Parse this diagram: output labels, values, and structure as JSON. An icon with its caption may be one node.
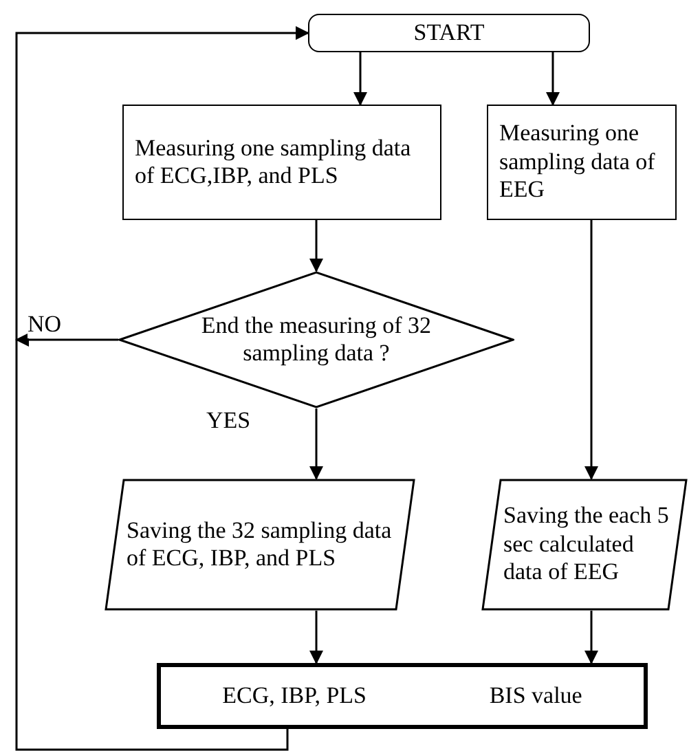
{
  "diagram": {
    "nodes": [
      {
        "text": [
          "START"
        ]
      },
      {
        "text": [
          "Measuring one sampling data of ECG,IBP, and PLS"
        ]
      },
      {
        "text": [
          "Measuring one sampling data of EEG"
        ]
      },
      {
        "text": [
          "End the measuring of 32 sampling data ?"
        ]
      },
      {
        "text": [
          "Saving the 32 sampling data of ECG, IBP, and PLS"
        ]
      },
      {
        "text": [
          "Saving the each 5 sec calculated data of EEG"
        ]
      },
      {
        "text": [
          "ECG, IBP, PLS",
          "BIS value"
        ]
      }
    ],
    "edges": [
      {
        "from": 0,
        "to": 1,
        "arrow": "to"
      },
      {
        "from": 0,
        "to": 2,
        "arrow": "to"
      },
      {
        "from": 1,
        "to": 3,
        "arrow": "to"
      },
      {
        "from": 3,
        "to": 4,
        "arrow": "to",
        "label": "YES"
      },
      {
        "from": 3,
        "to": null,
        "arrow": "to",
        "label": "NO"
      },
      {
        "from": 2,
        "to": 5,
        "arrow": "to"
      },
      {
        "from": 4,
        "to": 6,
        "arrow": "to"
      },
      {
        "from": 5,
        "to": 6,
        "arrow": "to"
      },
      {
        "from": 6,
        "to": 0,
        "arrow": "to"
      }
    ]
  }
}
